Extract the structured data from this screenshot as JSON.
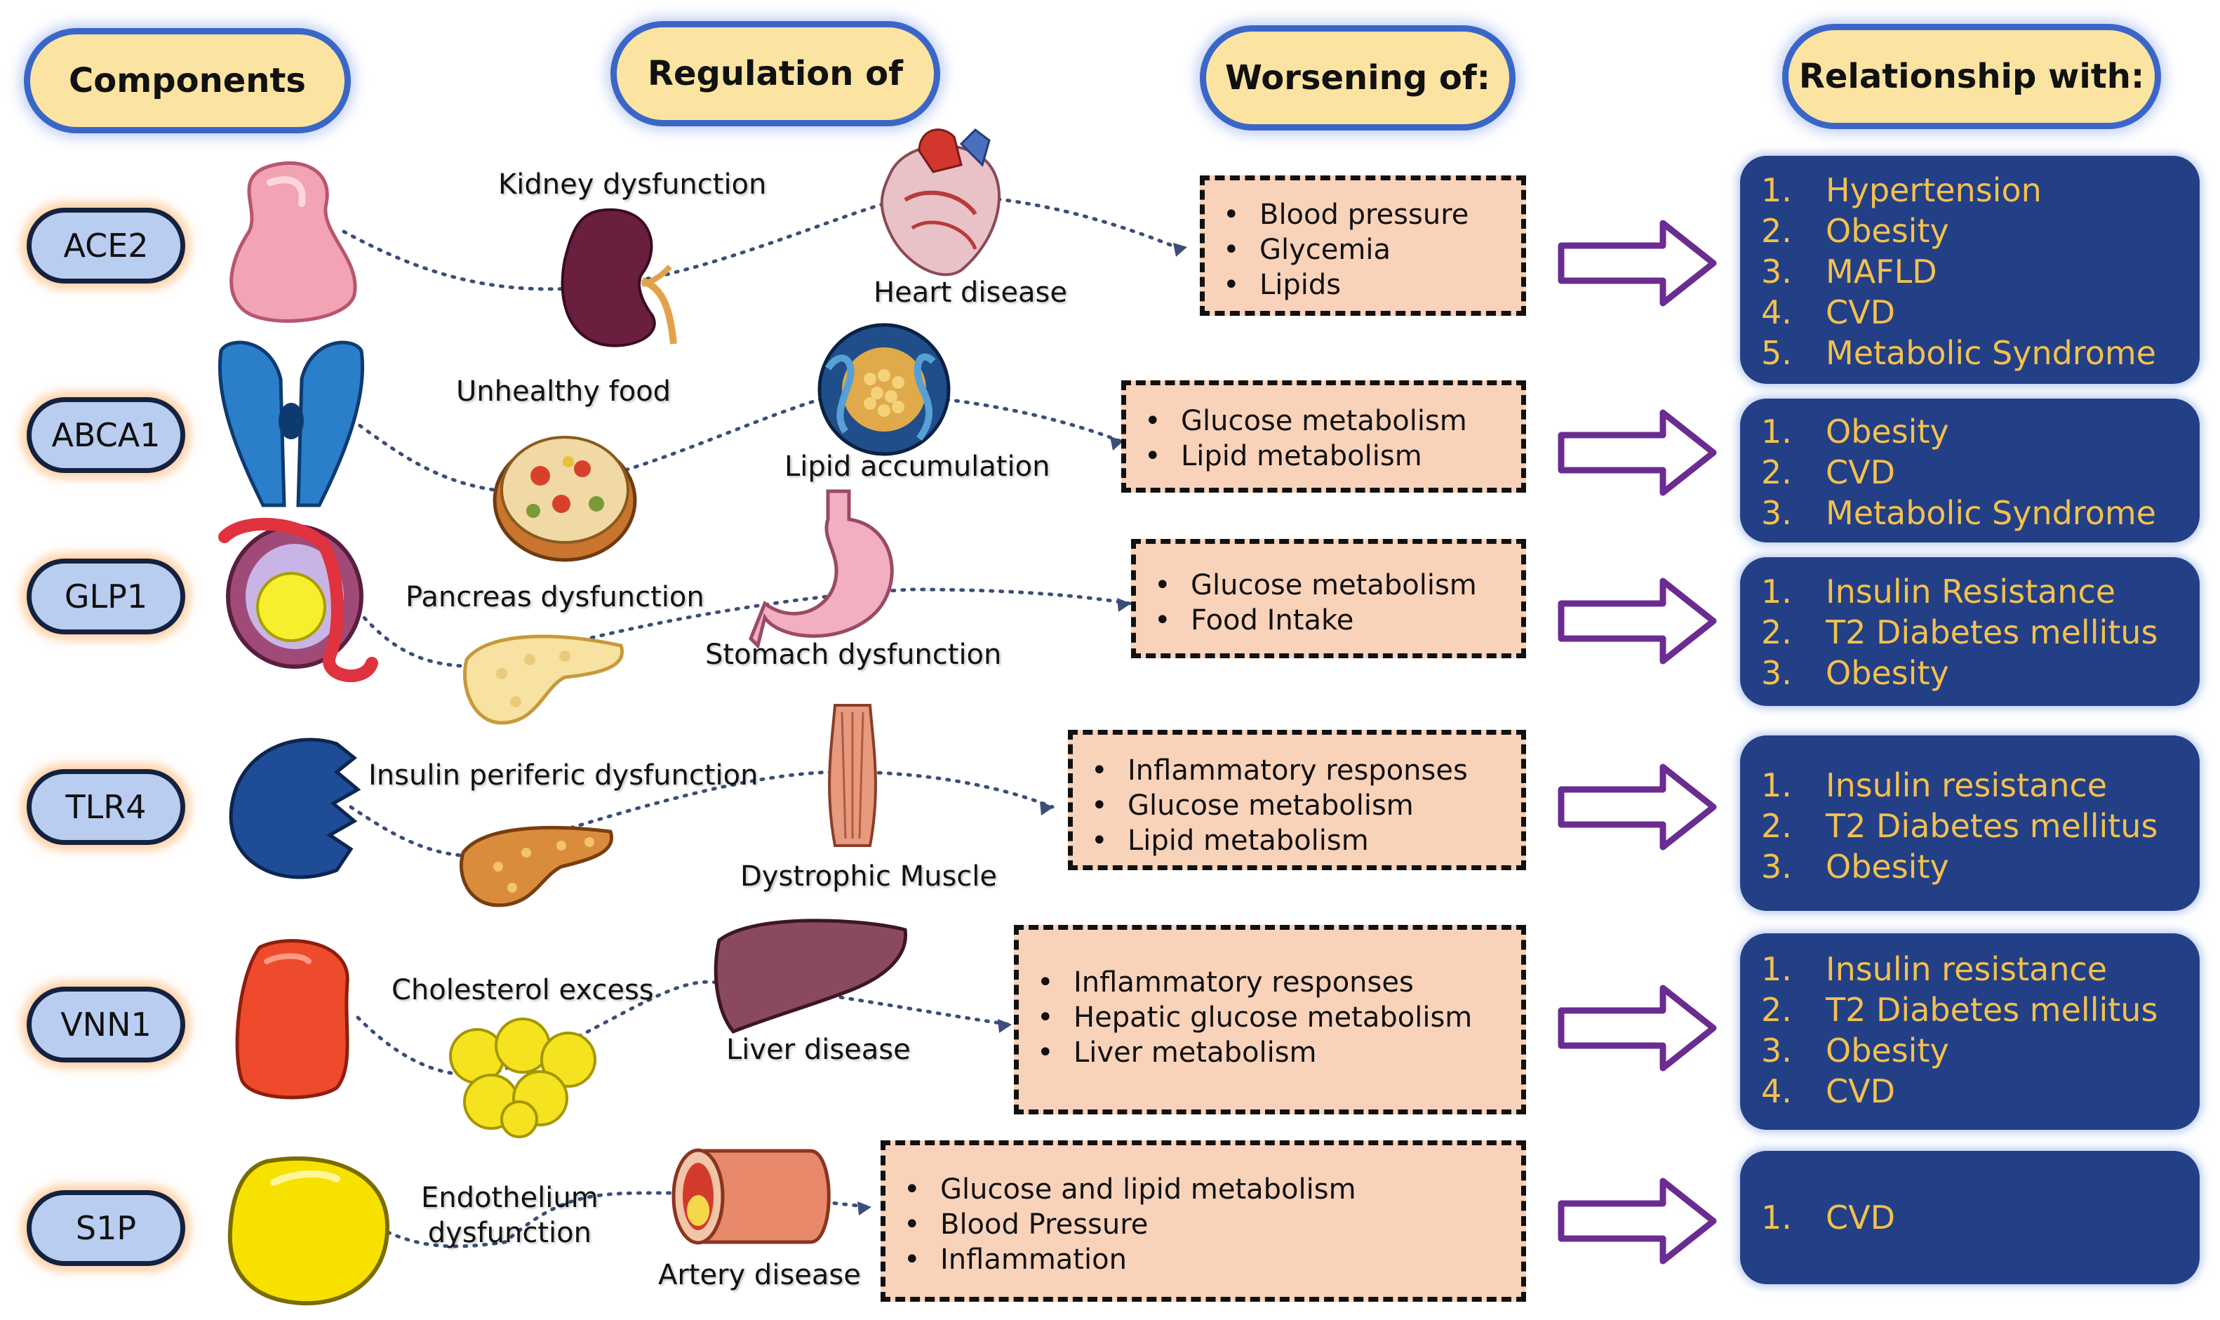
{
  "headers": {
    "components": "Components",
    "regulation": "Regulation of",
    "worsening": "Worsening of:",
    "relationship": "Relationship with:"
  },
  "rows": [
    {
      "component": "ACE2",
      "organ1": "Kidney dysfunction",
      "organ2": "Heart disease",
      "worsening": [
        "Blood pressure",
        "Glycemia",
        "Lipids"
      ],
      "relationship": [
        {
          "n": "1.",
          "text": "Hypertension"
        },
        {
          "n": "2.",
          "text": "Obesity"
        },
        {
          "n": "3.",
          "text": "MAFLD"
        },
        {
          "n": "4.",
          "text": "CVD"
        },
        {
          "n": "5.",
          "text": "Metabolic Syndrome"
        }
      ]
    },
    {
      "component": "ABCA1",
      "organ1": "Unhealthy food",
      "organ2": "Lipid accumulation",
      "worsening": [
        "Glucose metabolism",
        "Lipid metabolism"
      ],
      "relationship": [
        {
          "n": "1.",
          "text": "Obesity"
        },
        {
          "n": "2.",
          "text": "CVD"
        },
        {
          "n": "3.",
          "text": "Metabolic Syndrome"
        }
      ]
    },
    {
      "component": "GLP1",
      "organ1": "Pancreas dysfunction",
      "organ2": "Stomach dysfunction",
      "worsening": [
        "Glucose metabolism",
        "Food Intake"
      ],
      "relationship": [
        {
          "n": "1.",
          "text": "Insulin Resistance"
        },
        {
          "n": "2.",
          "text": "T2 Diabetes mellitus"
        },
        {
          "n": "3.",
          "text": "Obesity"
        }
      ]
    },
    {
      "component": "TLR4",
      "organ1": "Insulin periferic dysfunction",
      "organ2": "Dystrophic Muscle",
      "worsening": [
        "Inflammatory responses",
        "Glucose metabolism",
        "Lipid metabolism"
      ],
      "relationship": [
        {
          "n": "1.",
          "text": "Insulin resistance"
        },
        {
          "n": "2.",
          "text": "T2 Diabetes mellitus"
        },
        {
          "n": "3.",
          "text": "Obesity"
        }
      ]
    },
    {
      "component": "VNN1",
      "organ1": "Cholesterol excess",
      "organ2": "Liver disease",
      "worsening": [
        "Inflammatory responses",
        "Hepatic glucose metabolism",
        "Liver metabolism"
      ],
      "relationship": [
        {
          "n": "1.",
          "text": "Insulin resistance"
        },
        {
          "n": "2.",
          "text": "T2 Diabetes mellitus"
        },
        {
          "n": "3.",
          "text": "Obesity"
        },
        {
          "n": "4.",
          "text": "CVD"
        }
      ]
    },
    {
      "component": "S1P",
      "organ1_line1": "Endothelium",
      "organ1_line2": "dysfunction",
      "organ2": "Artery disease",
      "worsening": [
        "Glucose and lipid metabolism",
        "Blood Pressure",
        "Inflammation"
      ],
      "relationship": [
        {
          "n": "1.",
          "text": "CVD"
        }
      ]
    }
  ],
  "icons": {
    "row1": [
      "kidney-shape-icon",
      "kidney-organ-icon",
      "heart-icon"
    ],
    "row2": [
      "transporter-channel-icon",
      "pizza-icon",
      "fat-cell-icon"
    ],
    "row3": [
      "glp1-receptor-icon",
      "pancreas-icon",
      "stomach-icon"
    ],
    "row4": [
      "tlr4-receptor-icon",
      "pancreas-icon",
      "muscle-icon"
    ],
    "row5": [
      "vnn1-cell-icon",
      "fat-droplets-icon",
      "liver-icon"
    ],
    "row6": [
      "s1p-cell-icon",
      "artery-icon"
    ]
  },
  "colors": {
    "header_fill": "#fbe3a1",
    "header_border": "#3a66c8",
    "component_fill": "#b9cdf1",
    "worsening_fill": "#f9d2ba",
    "relationship_fill": "#233f86",
    "relationship_text": "#f2c14e",
    "arrow": "#6a2c91"
  }
}
